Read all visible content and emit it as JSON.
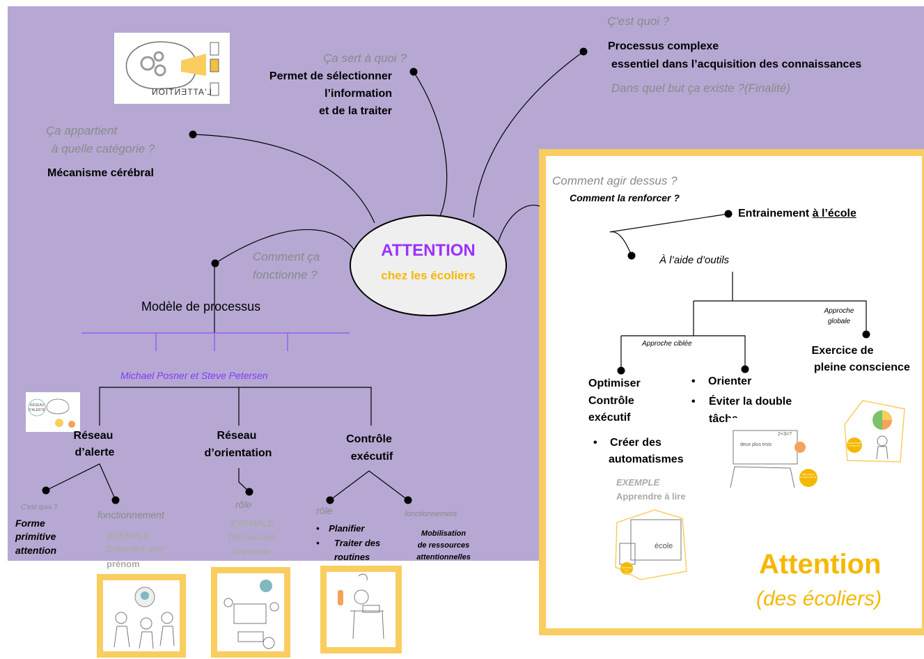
{
  "center": {
    "title": "ATTENTION",
    "subtitle": "chez les écoliers"
  },
  "logo_text": "L'ATTENTION",
  "top_right": {
    "question": "Ç'est quoi ?",
    "answer_line1": "Processus complexe",
    "answer_line2": "essentiel dans l’acquisition des connaissances",
    "purpose_question": "Dans quel but ça existe ?(Finalité)"
  },
  "usage": {
    "question": "Ça sert à quoi ?",
    "answer_lines": [
      "Permet de sélectionner",
      "l’information",
      "et de la traiter"
    ]
  },
  "category": {
    "question_line1": "Ça appartient",
    "question_line2": "à quelle catégorie ?",
    "answer": "Mécanisme cérébral"
  },
  "how": {
    "question_line1": "Comment ça",
    "question_line2": "fonctionne ?",
    "model": "Modèle de processus",
    "authors": "Michael Posner et Steve Petersen"
  },
  "networks": {
    "alert": {
      "title_line1": "Réseau",
      "title_line2": "d’alerte",
      "q1": "C'est quoi ?",
      "a1_lines": [
        "Forme",
        "primitive",
        "attention"
      ],
      "q2": "fonctionnement",
      "example_label": "EXEMPLE",
      "example_lines": [
        "Entendre son",
        "prénom"
      ],
      "badge_line1": "RÉSEAU",
      "badge_line2": "D'ALERTE"
    },
    "orientation": {
      "title_line1": "Réseau",
      "title_line2": "d’orientation",
      "q1": "rôle",
      "example_label": "EXEMPLE",
      "example_lines": [
        "Discussion",
        "bruyante"
      ]
    },
    "executive": {
      "title_line1": "Contrôle",
      "title_line2": "exécutif",
      "q1": "rôle",
      "roles": [
        "Planifier",
        "Traiter des routines"
      ],
      "q2": "fonctionnement",
      "a2_lines": [
        "Mobilisation",
        "de ressources",
        "attentionnelles"
      ]
    }
  },
  "act": {
    "question": "Comment  agir dessus ?",
    "question2": "Comment la renforcer ?",
    "training_prefix": "Entrainement ",
    "training_place": "à l’école",
    "tools": "À l’aide d’outils",
    "approach_targeted": "Approche ciblée",
    "approach_global_line1": "Approche",
    "approach_global_line2": "globale",
    "optimize_lines": [
      "Optimiser",
      "Contrôle",
      "exécutif"
    ],
    "automatisms_lines": [
      "Créer des",
      "automatismes"
    ],
    "example_label": "EXEMPLE",
    "example_text": "Apprendre à lire",
    "orient_items": [
      "Orienter",
      "Éviter la double tâche"
    ],
    "mindfulness_lines": [
      "Exercice de",
      "pleine conscience"
    ],
    "board_text": "deux plus trois",
    "board_sum": "2+3=?",
    "reading_word": "école",
    "card_badge1": "RÉDUIRE LA DOUBLE TÂCHE",
    "card_badge2": "DÉVELOPPER L'ATTENTION",
    "card_badge3": "RÉSISTER AUX AUTOMATISMES"
  },
  "frame": {
    "title": "Attention",
    "subtitle": "(des écoliers)"
  },
  "colors": {
    "background": "#b6a8d3",
    "accent_yellow": "#f9cd5f",
    "title_purple": "#9b30ff",
    "subtitle_orange": "#f5b800"
  }
}
